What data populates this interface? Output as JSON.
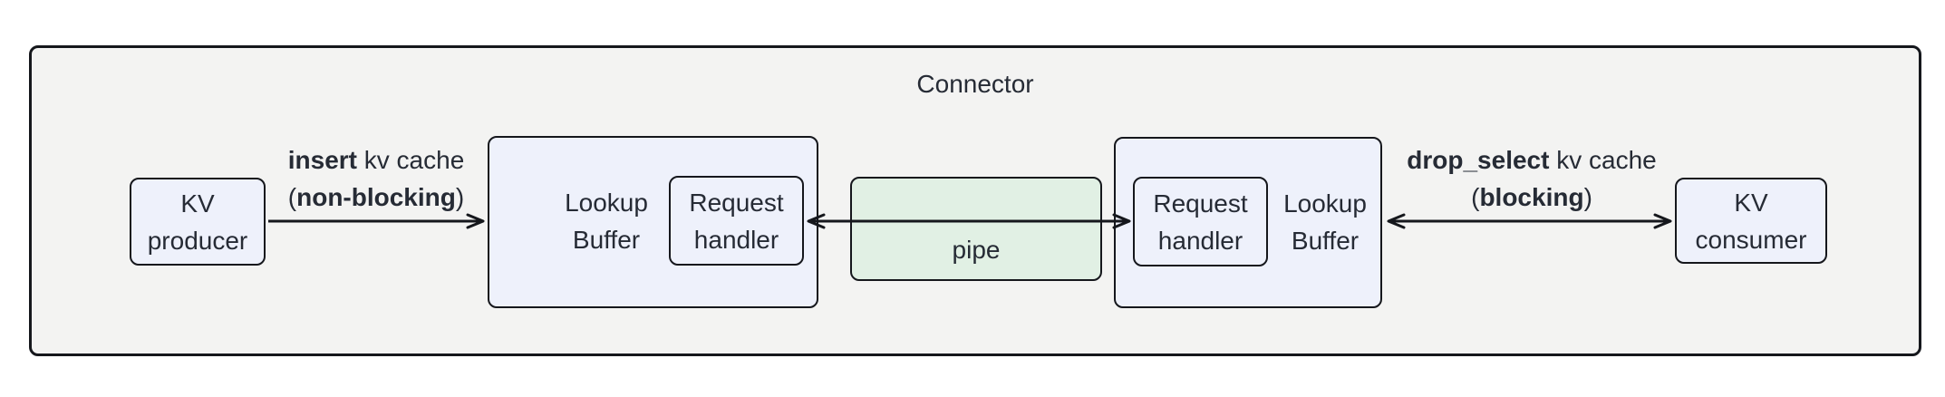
{
  "colors": {
    "canvas-bg": "#ffffff",
    "outer-fill": "#f3f3f2",
    "node-fill": "#eef1fb",
    "pipe-fill": "#e1f0e4",
    "border": "#15171c",
    "text": "#262b35",
    "arrow": "#15171c"
  },
  "connector": {
    "title": "Connector"
  },
  "nodes": {
    "kv_producer": {
      "label": "KV producer"
    },
    "lookup_buffer_left": {
      "label": "Lookup Buffer"
    },
    "request_handler_left": {
      "label": "Request handler"
    },
    "pipe": {
      "label": "pipe"
    },
    "request_handler_right": {
      "label": "Request handler"
    },
    "lookup_buffer_right": {
      "label": "Lookup Buffer"
    },
    "kv_consumer": {
      "label": "KV consumer"
    }
  },
  "edges": {
    "insert": {
      "op": "insert",
      "rest": " kv cache",
      "paren_open": "(",
      "mode": "non-blocking",
      "paren_close": ")"
    },
    "drop_select": {
      "op": "drop_select",
      "rest": " kv cache",
      "paren_open": "(",
      "mode": "blocking",
      "paren_close": ")"
    }
  }
}
